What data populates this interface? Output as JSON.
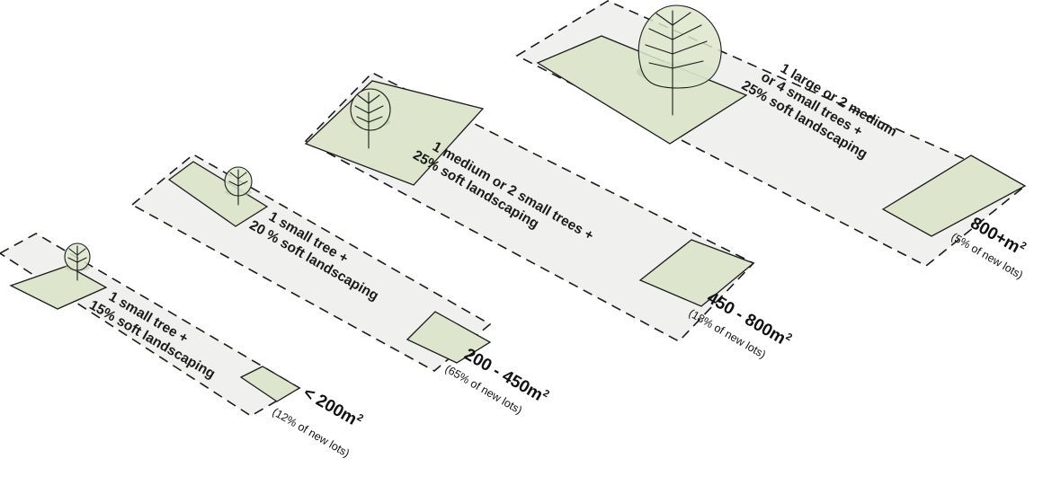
{
  "lots": [
    {
      "requirement_lines": [
        "1 small tree +",
        "15% soft landscaping"
      ],
      "size_label": "< 200m",
      "size_superscript": "2",
      "share_label": "(12% of new lots)"
    },
    {
      "requirement_lines": [
        "1 small tree +",
        "20 % soft landscaping"
      ],
      "size_label": "200 - 450m",
      "size_superscript": "2",
      "share_label": "(65% of new lots)"
    },
    {
      "requirement_lines": [
        "1 medium or 2 small trees +",
        "25% soft landscaping"
      ],
      "size_label": "450 - 800m",
      "size_superscript": "2",
      "share_label": "(18% of new lots)"
    },
    {
      "requirement_lines": [
        "1 large or 2 medium",
        "or 4 small trees +",
        "25% soft landscaping"
      ],
      "size_label": "800+m",
      "size_superscript": "2",
      "share_label": "(5% of new lots)"
    }
  ],
  "colors": {
    "lot_fill": "#f0f0ee",
    "landscaping_fill": "#dde6cc",
    "outline": "#1a1a1a"
  }
}
